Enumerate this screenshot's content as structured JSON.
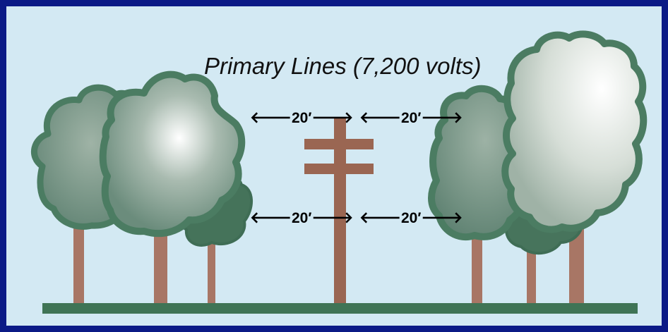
{
  "title": "Primary Lines (7,200 volts)",
  "clearances": [
    {
      "label": "20′"
    },
    {
      "label": "20′"
    },
    {
      "label": "20′"
    },
    {
      "label": "20′"
    }
  ],
  "arrows": {
    "left": "🡐",
    "right": "🡒"
  },
  "colors": {
    "border": "#0b1a86",
    "sky": "#d3e9f3",
    "ground": "#3f7455",
    "trunk": "#a87665",
    "pole": "#9a6652",
    "tree_outline": "#4b7c62",
    "canopy_dark": "#5e7f6e",
    "canopy_light": "#ffffff"
  }
}
